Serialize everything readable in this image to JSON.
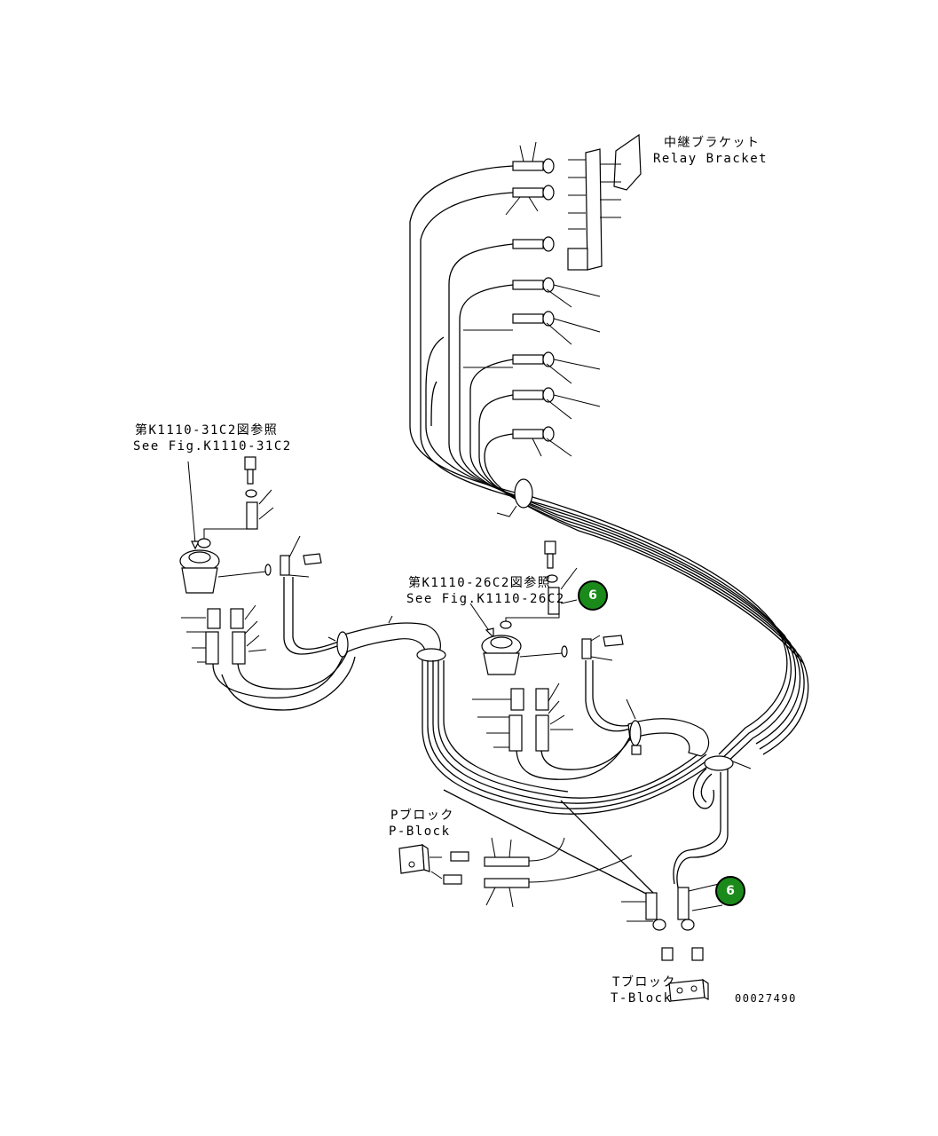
{
  "labels": {
    "relay_bracket_jp": "中継ブラケット",
    "relay_bracket_en": "Relay Bracket",
    "see_fig1_jp": "第K1110-31C2図参照",
    "see_fig1_en": "See Fig.K1110-31C2",
    "see_fig2_jp": "第K1110-26C2図参照",
    "see_fig2_en": "See Fig.K1110-26C2",
    "p_block_jp": "Pブロック",
    "p_block_en": "P-Block",
    "t_block_jp": "Tブロック",
    "t_block_en": "T-Block",
    "drawing_number": "00027490"
  },
  "callouts": [
    {
      "id": "callout-6-upper",
      "text": "6"
    },
    {
      "id": "callout-6-lower",
      "text": "6"
    }
  ],
  "colors": {
    "callout_fill": "#1a8a1a",
    "line": "#000000",
    "background": "#ffffff"
  }
}
